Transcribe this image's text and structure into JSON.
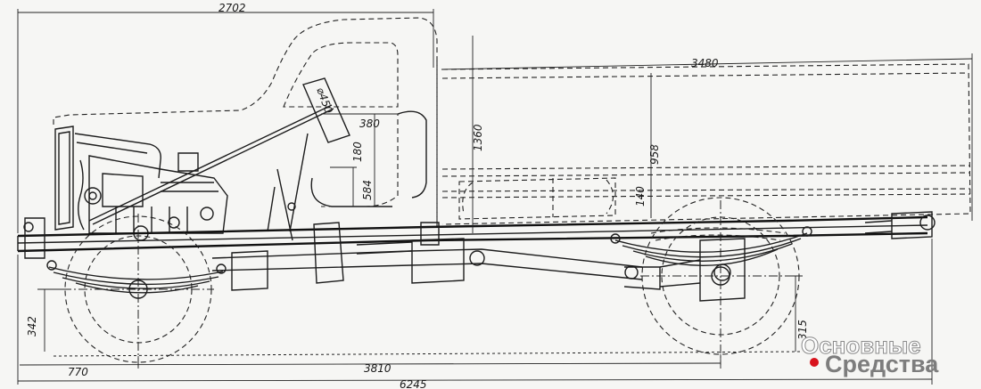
{
  "dimensions": {
    "cab_length": "2702",
    "body_length": "3480",
    "floor_height": "1360",
    "seat_depth": "380",
    "seat_height": "180",
    "seat_floor": "584",
    "rear_frame_height": "958",
    "platform_side": "140",
    "steering_wheel": "⌀450",
    "front_wheel_radius": "342",
    "rear_wheel_radius": "315",
    "front_overhang": "770",
    "wheelbase": "3810",
    "overall_length": "6245"
  },
  "watermark": {
    "line1": "Основные",
    "line2": "Средства"
  }
}
